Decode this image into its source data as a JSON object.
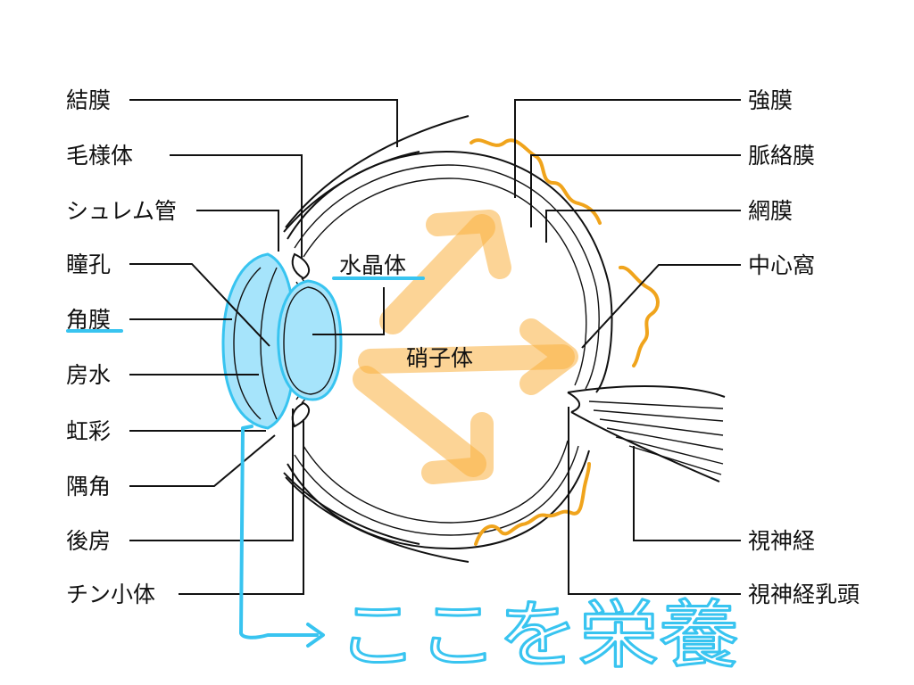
{
  "diagram": {
    "labels_left": {
      "conjunctiva": "結膜",
      "ciliary_body": "毛様体",
      "schlemm_canal": "シュレム管",
      "pupil": "瞳孔",
      "cornea": "角膜",
      "aqueous_humor": "房水",
      "iris": "虹彩",
      "angle": "隅角",
      "posterior_chamber": "後房",
      "zonule": "チン小体"
    },
    "labels_right": {
      "sclera": "強膜",
      "choroid": "脈絡膜",
      "retina": "網膜",
      "fovea": "中心窩",
      "optic_nerve": "視神経",
      "optic_disc": "視神経乳頭"
    },
    "labels_inner": {
      "lens": "水晶体",
      "vitreous": "硝子体"
    },
    "annotation": {
      "handwritten_note": "ここを栄養"
    },
    "colors": {
      "line": "#111111",
      "highlight_blue": "#38c4f0",
      "fill_blue": "#a6e4fb",
      "arrow_orange": "#f9b140",
      "squiggle_orange": "#f0a41c"
    }
  }
}
